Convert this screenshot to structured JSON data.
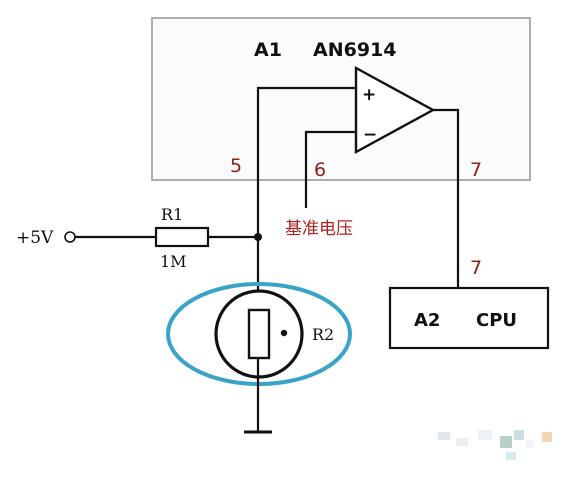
{
  "ic": {
    "ref": "A1",
    "part": "AN6914",
    "plus_sign": "+",
    "minus_sign": "−"
  },
  "pins": {
    "pin5": "5",
    "pin6": "6",
    "pin7_ic": "7",
    "pin7_cpu": "7"
  },
  "supply": {
    "label": "+5V"
  },
  "resistor": {
    "ref": "R1",
    "value": "1M"
  },
  "photoresistor": {
    "ref": "R2"
  },
  "reference": {
    "label": "基准电压"
  },
  "cpu": {
    "ref": "A2",
    "name": "CPU"
  },
  "colors": {
    "ic_box_border": "#9a9a9a",
    "wire": "#111111",
    "pin_label": "#8a2020",
    "reference_label": "#b02020",
    "highlight_ellipse": "#3aa3c8"
  }
}
